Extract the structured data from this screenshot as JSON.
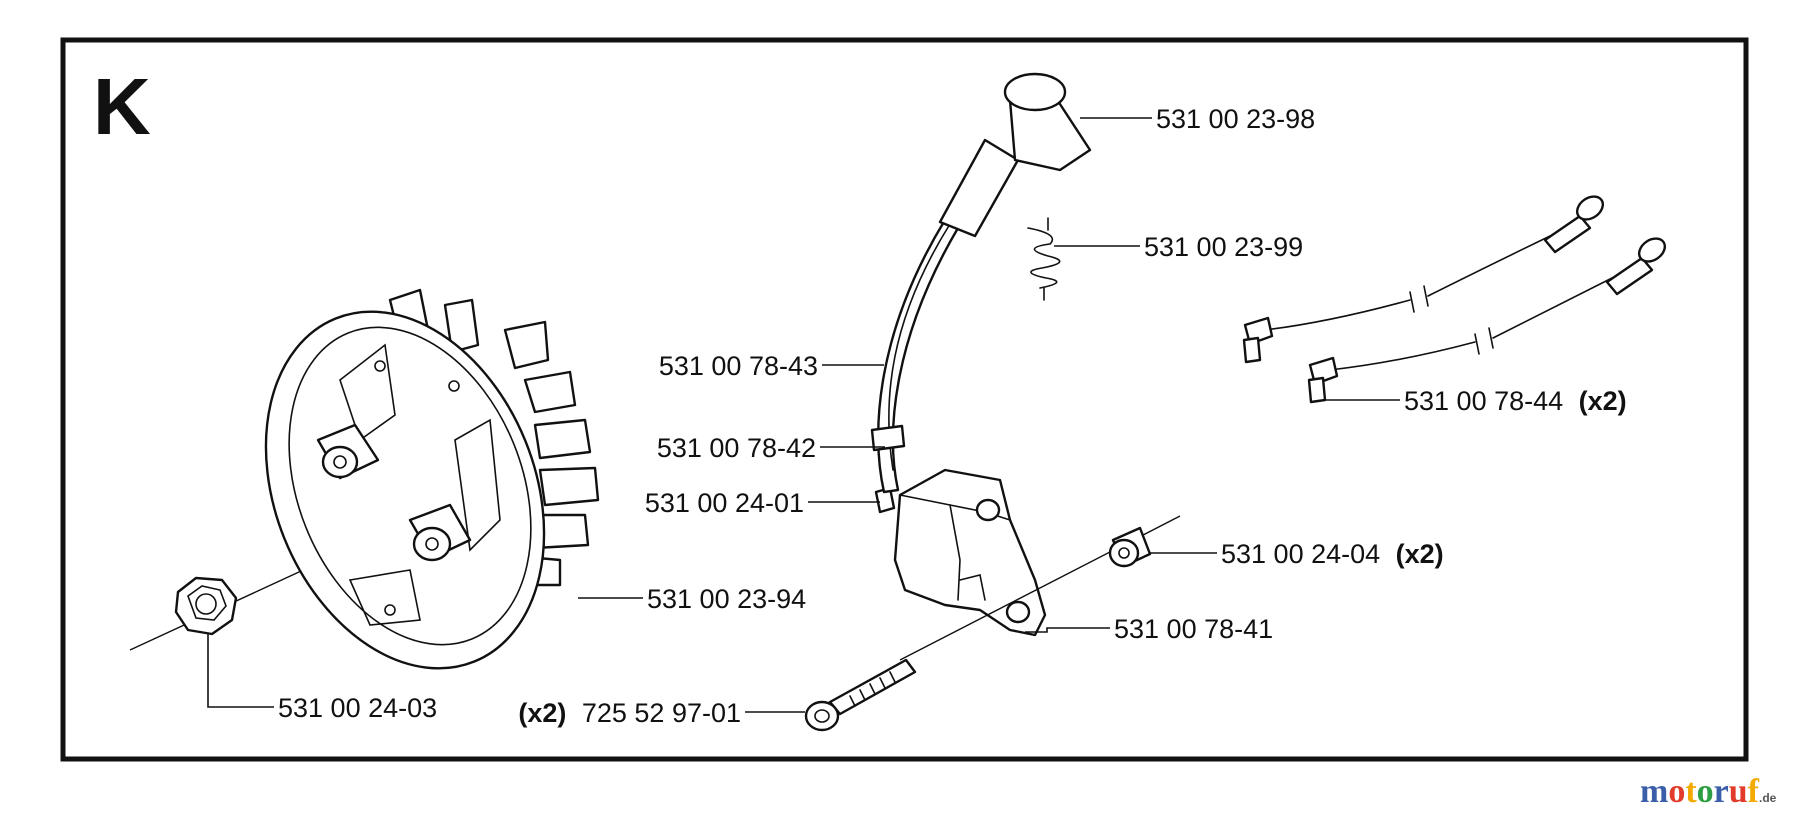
{
  "section": {
    "letter": "K"
  },
  "parts": [
    {
      "id": "flywheel",
      "number": "531 00 23-94",
      "qty": ""
    },
    {
      "id": "flywheel-nut",
      "number": "531 00 24-03",
      "qty": ""
    },
    {
      "id": "ignition-lead",
      "number": "531 00 78-43",
      "qty": ""
    },
    {
      "id": "lead-clip",
      "number": "531 00 78-42",
      "qty": ""
    },
    {
      "id": "lead-grommet",
      "number": "531 00 24-01",
      "qty": ""
    },
    {
      "id": "ignition-module",
      "number": "531 00 78-41",
      "qty": ""
    },
    {
      "id": "spacer-sleeve",
      "number": "531 00 24-04",
      "qty": "(x2)"
    },
    {
      "id": "mounting-screw",
      "number": "725 52 97-01",
      "qty": "(x2)"
    },
    {
      "id": "spark-plug-cap",
      "number": "531 00 23-98",
      "qty": ""
    },
    {
      "id": "contact-spring",
      "number": "531 00 23-99",
      "qty": ""
    },
    {
      "id": "short-circuit-cable",
      "number": "531 00 78-44",
      "qty": "(x2)"
    }
  ],
  "watermark": {
    "brand": "motoruf",
    "suffix": ".de",
    "colors": [
      "#3a5fa8",
      "#e23b2b",
      "#f2a900",
      "#2e9e44"
    ]
  }
}
